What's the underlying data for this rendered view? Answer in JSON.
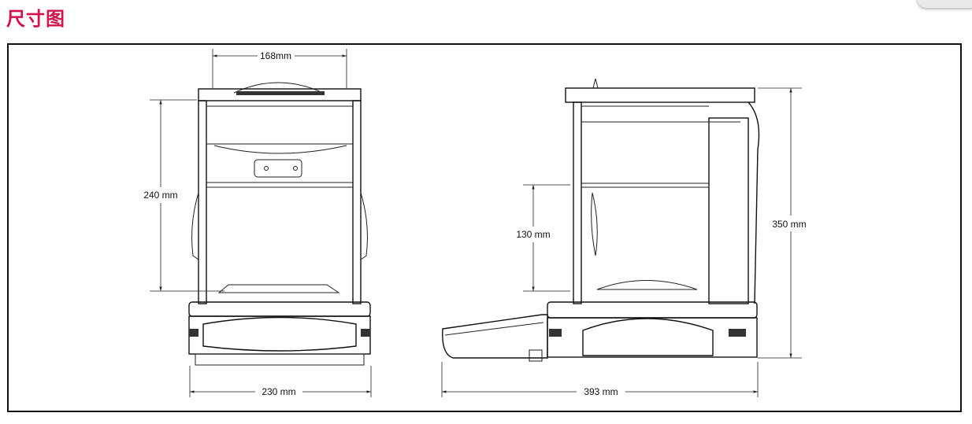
{
  "title": "尺寸图",
  "title_color": "#d4124a",
  "front_view": {
    "width_top": "168mm",
    "height_chamber": "240 mm",
    "width_base": "230 mm"
  },
  "side_view": {
    "height_total": "350 mm",
    "height_pan": "130 mm",
    "depth_total": "393 mm"
  }
}
